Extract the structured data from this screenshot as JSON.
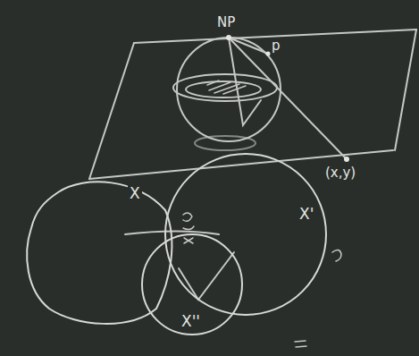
{
  "diagram": {
    "nodes": [
      {
        "text": [
          "X"
        ]
      },
      {
        "text": [
          "X'"
        ]
      },
      {
        "text": [
          "X''"
        ]
      }
    ],
    "labels": [
      "NP",
      "p",
      "(x,y)"
    ]
  }
}
